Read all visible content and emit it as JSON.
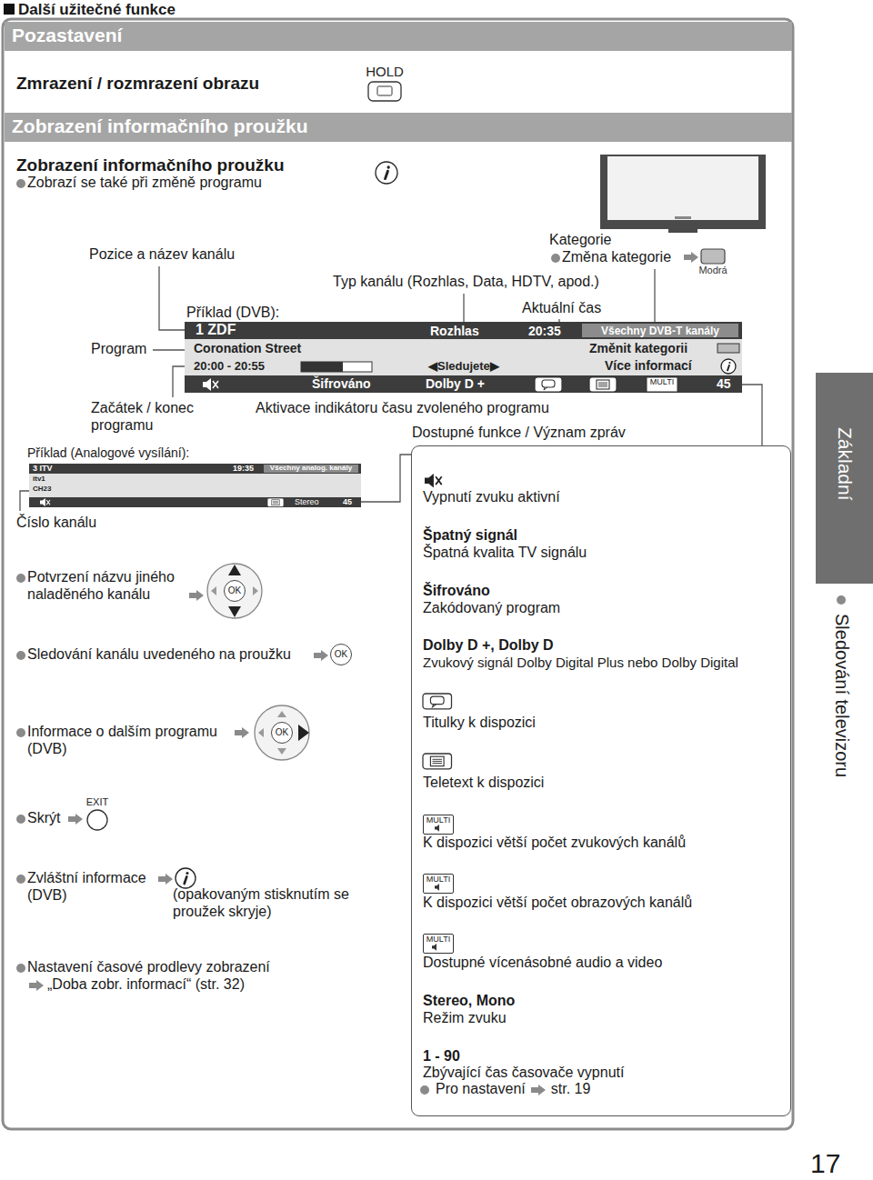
{
  "diagram": {
    "nodes": [
      {
        "text": [
          "Pozastavení"
        ]
      },
      {
        "text": [
          "Zobrazení informačního proužku"
        ]
      },
      {
        "text": [
          "HOLD"
        ]
      },
      {
        "text": [
          "Modrá"
        ]
      },
      {
        "text": [
          "1 ZDF",
          "Rozhlas",
          "20:35",
          "Všechny DVB-T kanály",
          "Coronation Street",
          "Změnit kategorii",
          "20:00 - 20:55",
          "◀Sledujete▶",
          "Více informací",
          "Šifrováno",
          "Dolby D +",
          "MULTI",
          "45"
        ]
      },
      {
        "text": [
          "3 ITV",
          "19:35",
          "Všechny analog. kanály",
          "itv1",
          "CH23",
          "Stereo",
          "45"
        ]
      },
      {
        "text": [
          "OK"
        ]
      },
      {
        "text": [
          "OK"
        ]
      },
      {
        "text": [
          "OK"
        ]
      },
      {
        "text": [
          "EXIT"
        ]
      },
      {
        "text": [
          "Dostupné funkce / Význam zpráv",
          "Vypnutí zvuku aktivní",
          "Špatný signál",
          "Špatná kvalita TV signálu",
          "Šifrováno",
          "Zakódovaný program",
          "Dolby D +, Dolby D",
          "Zvukový signál Dolby Digital Plus nebo Dolby Digital",
          "Titulky k dispozici",
          "Teletext k dispozici",
          "MULTI",
          "K dispozici větší počet zvukových kanálů",
          "MULTI",
          "K dispozici větší počet obrazových kanálů",
          "MULTI",
          "Dostupné vícenásobné audio a video",
          "Stereo, Mono",
          "Režim zvuku",
          "1 - 90",
          "Zbývající čas časovače vypnutí",
          "Pro nastavení",
          "str. 19"
        ]
      },
      {
        "text": [
          "Základní"
        ]
      }
    ],
    "labels": [
      "Další užitečné funkce",
      "Zmrazení / rozmrazení obrazu",
      "Zobrazení informačního proužku",
      "Zobrazí se také při změně programu",
      "Pozice a název kanálu",
      "Kategorie",
      "Změna kategorie",
      "Typ kanálu (Rozhlas, Data, HDTV, apod.)",
      "Aktuální čas",
      "Příklad (DVB):",
      "Program",
      "Začátek / konec programu",
      "Aktivace indikátoru času zvoleného programu",
      "Příklad (Analogové vysílání):",
      "Číslo kanálu",
      "Potvrzení názvu jiného naladěného kanálu",
      "Sledování kanálu uvedeného na proužku",
      "Informace o dalším programu (DVB)",
      "Skrýt",
      "Zvláštní informace (DVB)",
      "(opakovaným stisknutím se proužek skryje)",
      "Nastavení časové prodlevy zobrazení",
      "„Doba zobr. informací“ (str. 32)",
      "Sledování televizoru",
      "17"
    ]
  }
}
